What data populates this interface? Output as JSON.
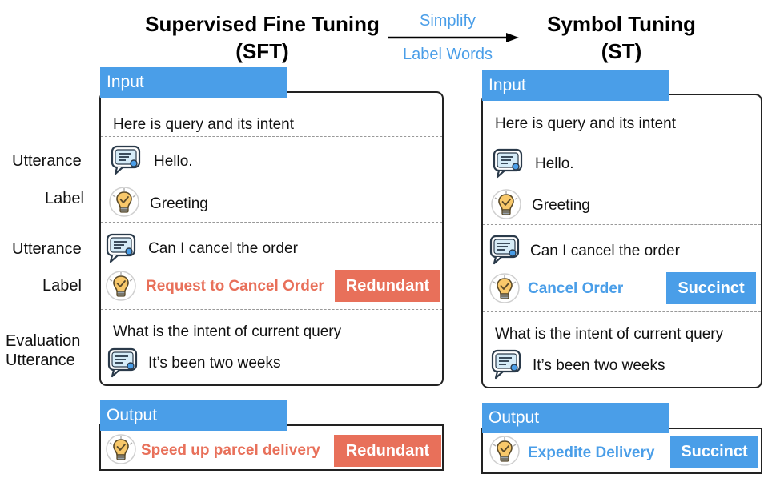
{
  "titles": {
    "sft_line1": "Supervised Fine Tuning",
    "sft_line2": "(SFT)",
    "st_line1": "Symbol Tuning",
    "st_line2": "(ST)"
  },
  "arrow": {
    "top": "Simplify",
    "bottom": "Label Words"
  },
  "side_labels": {
    "utterance1": "Utterance",
    "label1": "Label",
    "utterance2": "Utterance",
    "label2": "Label",
    "eval_line1": "Evaluation",
    "eval_line2": "Utterance"
  },
  "sft": {
    "input_tab": "Input",
    "header": "Here is query and its intent",
    "ex1_utterance": "Hello.",
    "ex1_label": "Greeting",
    "ex2_utterance": "Can I cancel the order",
    "ex2_label": "Request to Cancel Order",
    "ex2_badge": "Redundant",
    "question": "What is the intent of current query",
    "eval_utterance": "It’s been two weeks",
    "output_tab": "Output",
    "output_label": "Speed up parcel delivery",
    "output_badge": "Redundant"
  },
  "st": {
    "input_tab": "Input",
    "header": "Here is query and its intent",
    "ex1_utterance": "Hello.",
    "ex1_label": "Greeting",
    "ex2_utterance": "Can I cancel the order",
    "ex2_label": "Cancel Order",
    "ex2_badge": "Succinct",
    "question": "What is the intent of current query",
    "eval_utterance": "It’s been two weeks",
    "output_tab": "Output",
    "output_label": "Expedite Delivery",
    "output_badge": "Succinct"
  },
  "colors": {
    "blue": "#4a9ee8",
    "red": "#e8705a",
    "border": "#222222"
  }
}
